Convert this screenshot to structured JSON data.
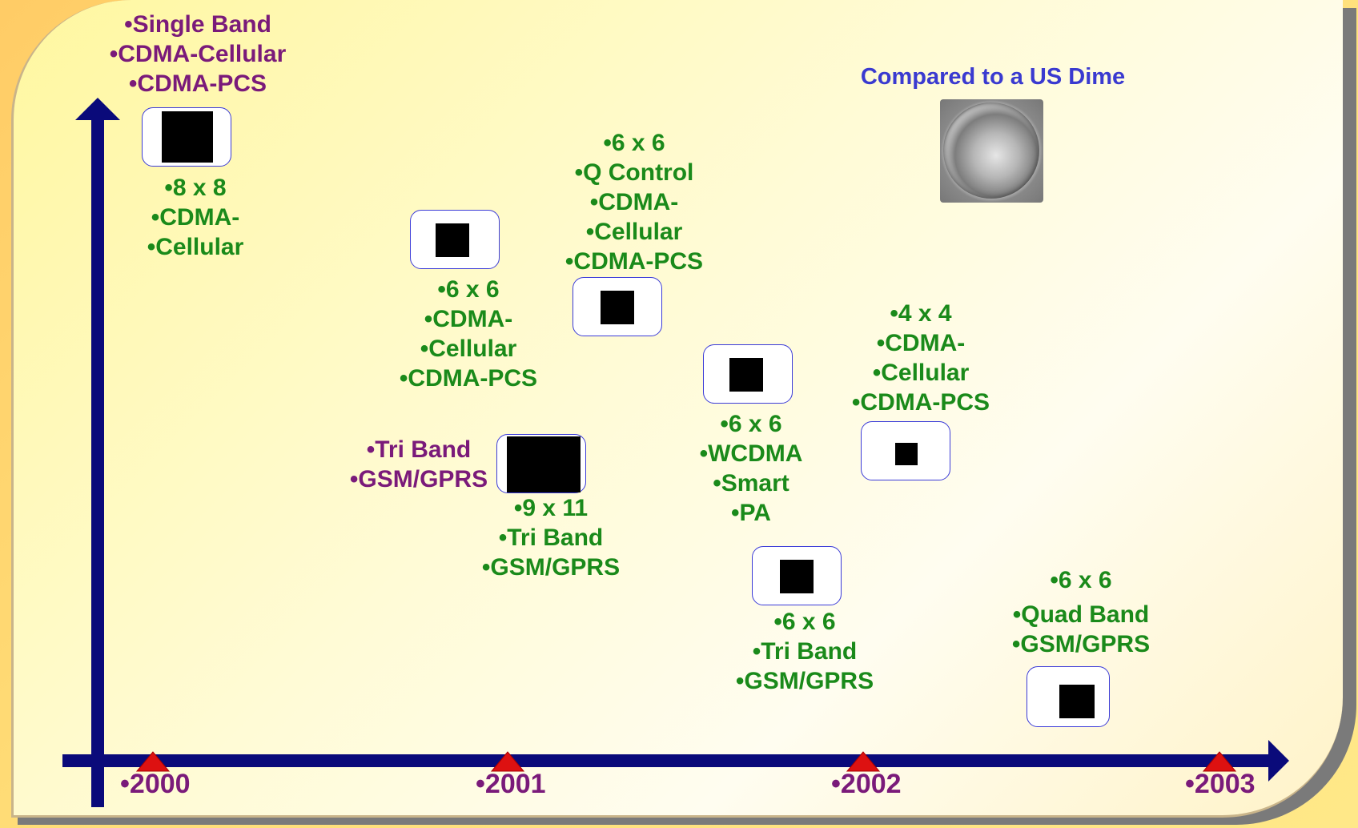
{
  "colors": {
    "axis": "#0a0a7a",
    "year_marker": "#dd1111",
    "spec_text": "#1a8a1a",
    "band_text": "#7a1a7a",
    "note_text": "#3a3ad0",
    "chip_border": "#3b3bd8"
  },
  "years": [
    "•2000",
    "•2001",
    "•2002",
    "•2003"
  ],
  "band_labels": {
    "single": [
      "•Single Band",
      "•CDMA-Cellular",
      "•CDMA-PCS"
    ],
    "tri": [
      "•Tri Band",
      "•GSM/GPRS"
    ]
  },
  "note": "Compared to a US Dime",
  "modules": [
    {
      "lines": [
        "•8 x 8",
        "•CDMA-",
        "•Cellular"
      ]
    },
    {
      "lines": [
        "•6 x 6",
        "•CDMA-",
        "•Cellular",
        "•CDMA-PCS"
      ]
    },
    {
      "lines": [
        "•6 x 6",
        "•Q Control",
        "•CDMA-",
        "•Cellular",
        "•CDMA-PCS"
      ]
    },
    {
      "lines": [
        "•9 x 11",
        "•Tri Band",
        "•GSM/GPRS"
      ]
    },
    {
      "lines": [
        "•6 x 6",
        "•WCDMA",
        "•Smart",
        "•PA"
      ]
    },
    {
      "lines": [
        "•4 x 4",
        "•CDMA-",
        "•Cellular",
        "•CDMA-PCS"
      ]
    },
    {
      "lines": [
        "•6 x 6",
        "•Tri Band",
        "•GSM/GPRS"
      ]
    },
    {
      "lines": [
        "•6 x 6",
        "",
        "•Quad Band",
        "•GSM/GPRS"
      ]
    }
  ]
}
